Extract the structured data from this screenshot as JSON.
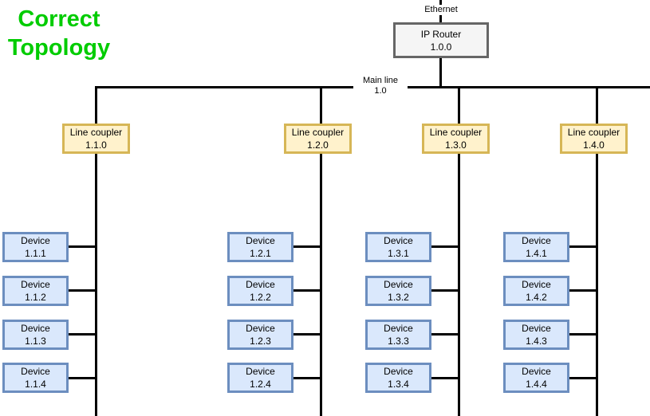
{
  "title": {
    "line1": "Correct",
    "line2": "Topology"
  },
  "backbone": {
    "ethernet_label": "Ethernet",
    "router": {
      "label": "IP Router",
      "address": "1.0.0"
    },
    "main_line": {
      "label": "Main line",
      "address": "1.0"
    }
  },
  "columns": [
    {
      "coupler": {
        "label": "Line coupler",
        "address": "1.1.0"
      },
      "devices": [
        {
          "label": "Device",
          "address": "1.1.1"
        },
        {
          "label": "Device",
          "address": "1.1.2"
        },
        {
          "label": "Device",
          "address": "1.1.3"
        },
        {
          "label": "Device",
          "address": "1.1.4"
        }
      ]
    },
    {
      "coupler": {
        "label": "Line coupler",
        "address": "1.2.0"
      },
      "devices": [
        {
          "label": "Device",
          "address": "1.2.1"
        },
        {
          "label": "Device",
          "address": "1.2.2"
        },
        {
          "label": "Device",
          "address": "1.2.3"
        },
        {
          "label": "Device",
          "address": "1.2.4"
        }
      ]
    },
    {
      "coupler": {
        "label": "Line coupler",
        "address": "1.3.0"
      },
      "devices": [
        {
          "label": "Device",
          "address": "1.3.1"
        },
        {
          "label": "Device",
          "address": "1.3.2"
        },
        {
          "label": "Device",
          "address": "1.3.3"
        },
        {
          "label": "Device",
          "address": "1.3.4"
        }
      ]
    },
    {
      "coupler": {
        "label": "Line coupler",
        "address": "1.4.0"
      },
      "devices": [
        {
          "label": "Device",
          "address": "1.4.1"
        },
        {
          "label": "Device",
          "address": "1.4.2"
        },
        {
          "label": "Device",
          "address": "1.4.3"
        },
        {
          "label": "Device",
          "address": "1.4.4"
        }
      ]
    }
  ],
  "colors": {
    "title_green": "#00cc00",
    "line_black": "#000000",
    "router_fill": "#f5f5f5",
    "router_border": "#666666",
    "coupler_fill": "#fff2cc",
    "coupler_border": "#d6b656",
    "device_fill": "#dae8fc",
    "device_border": "#6c8ebf"
  }
}
